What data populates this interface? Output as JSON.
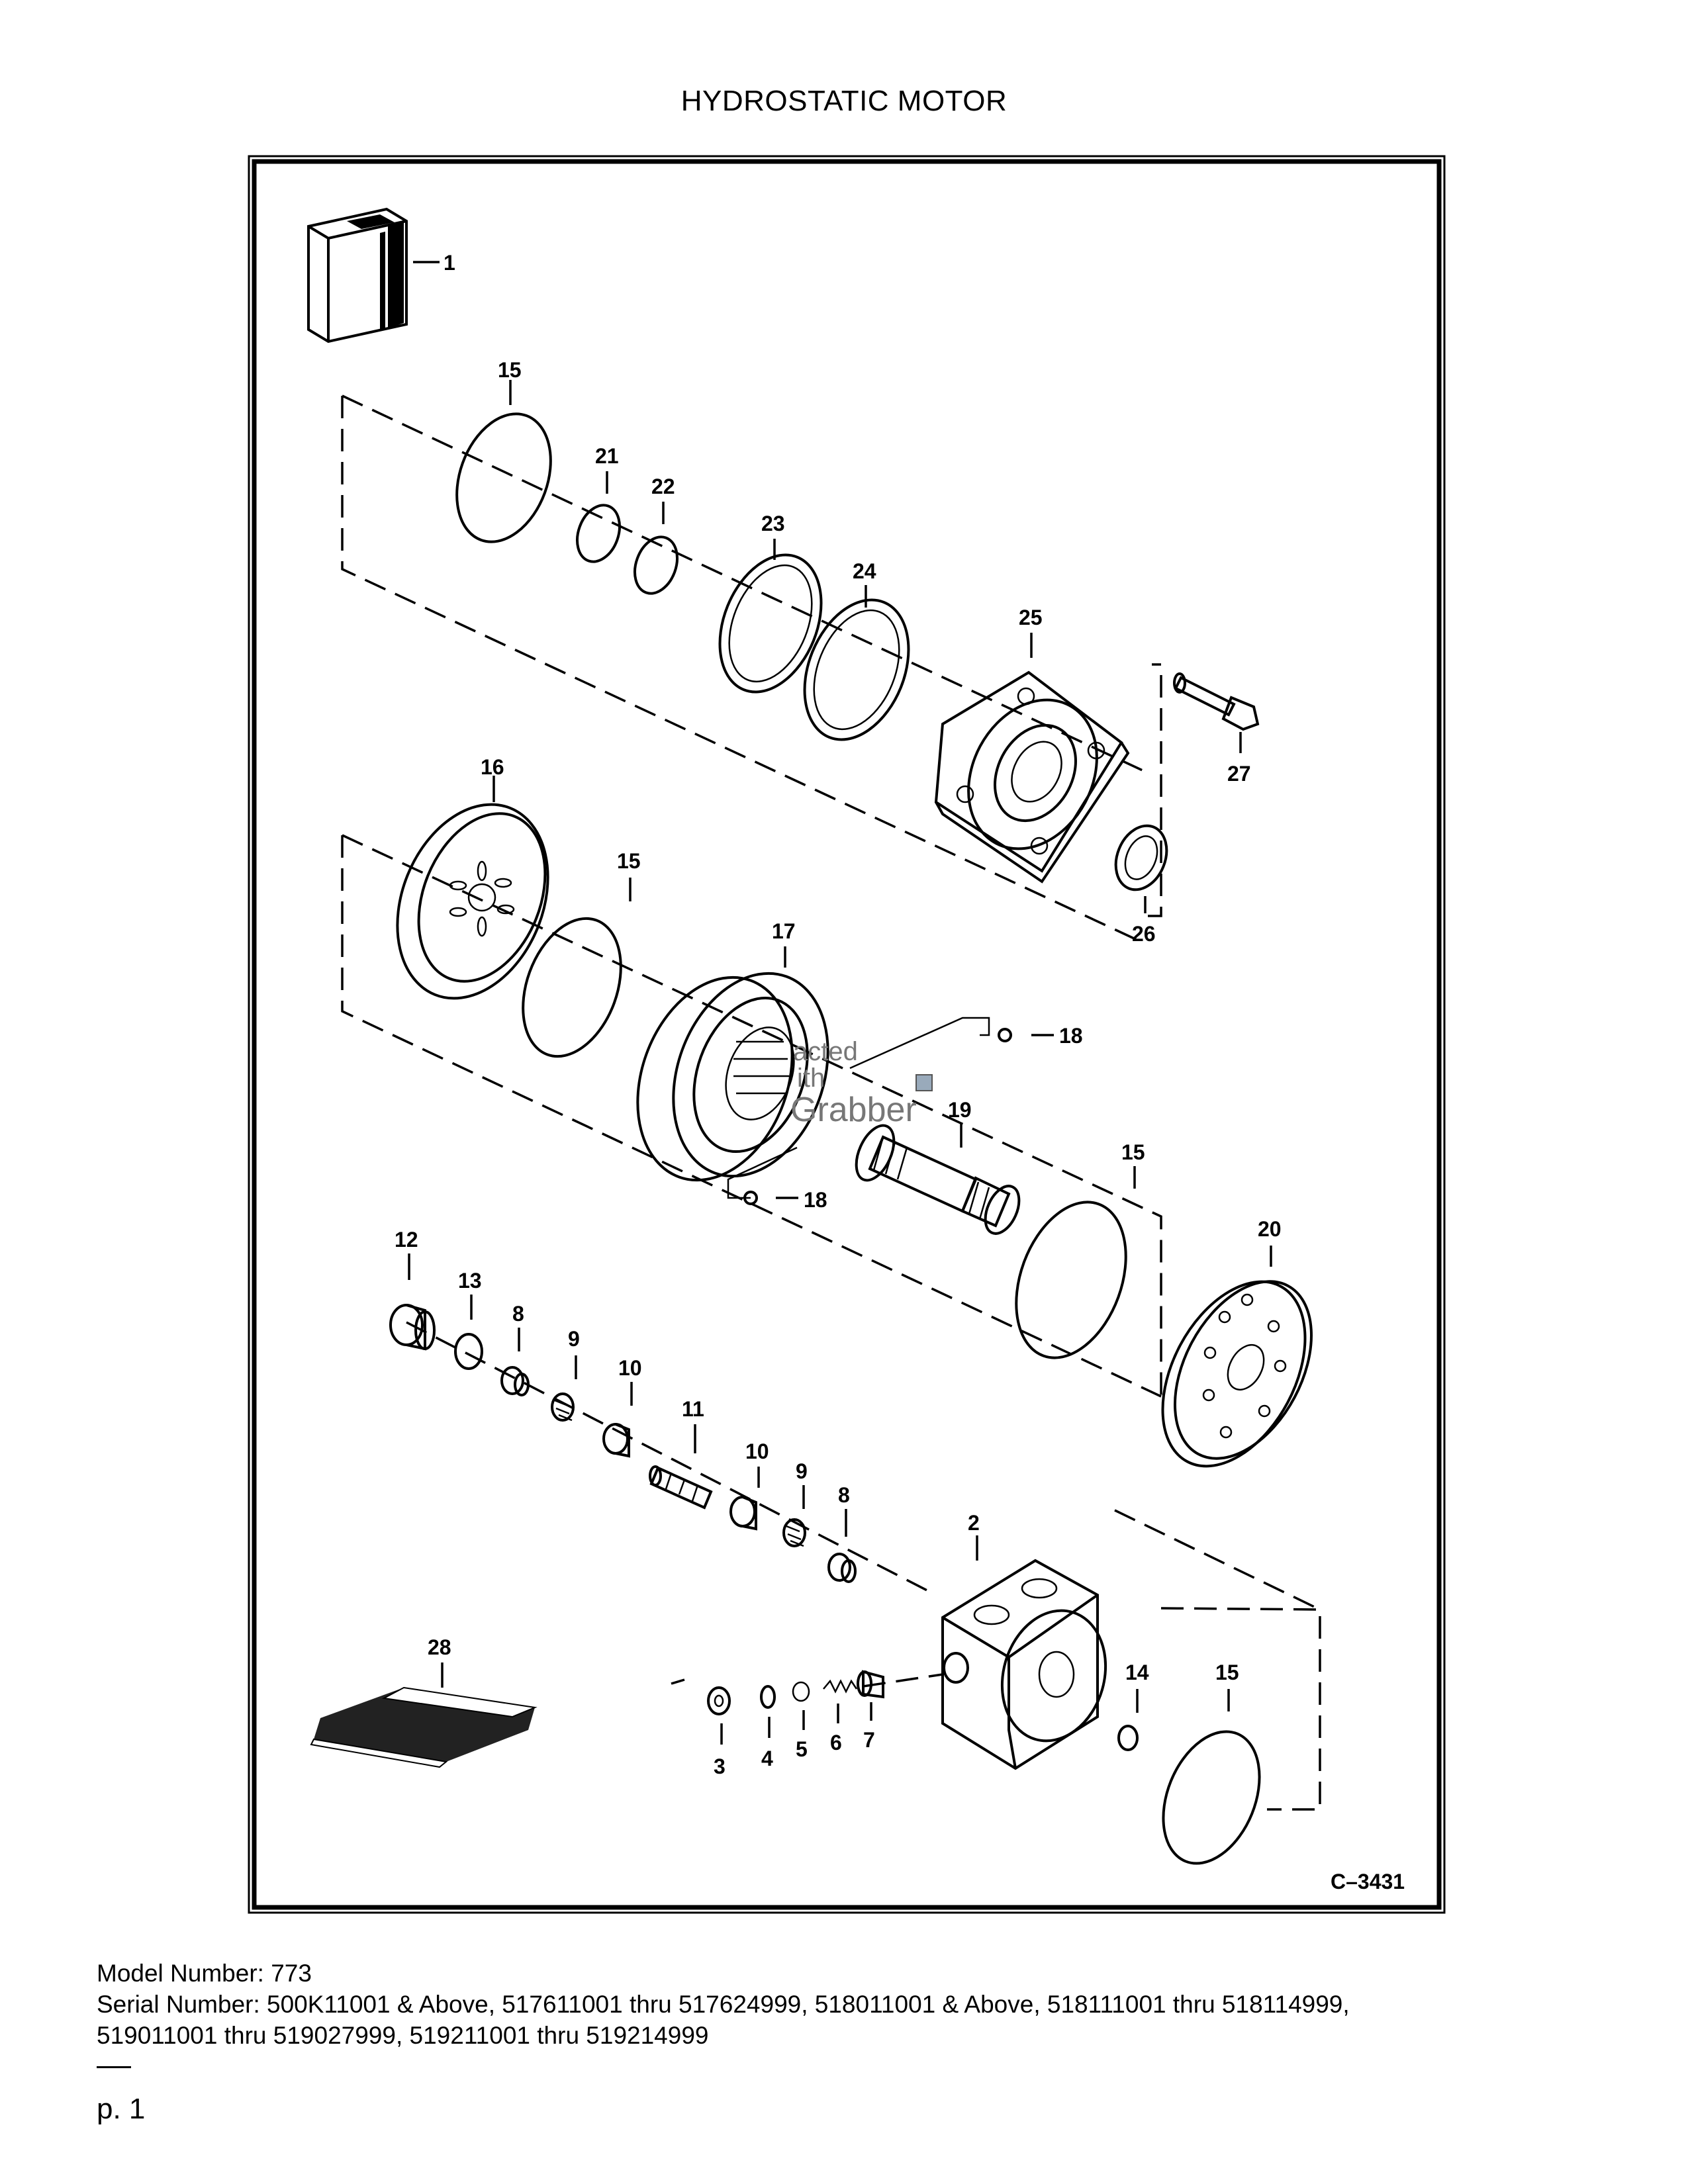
{
  "page": {
    "title": "HYDROSTATIC MOTOR",
    "page_label": "p. 1"
  },
  "diagram": {
    "code": "C–3431",
    "watermark": "acted\nith\nGrabber",
    "labels": {
      "p1": "1",
      "p2": "2",
      "p3": "3",
      "p4": "4",
      "p5": "5",
      "p6": "6",
      "p7": "7",
      "p8": "8",
      "p9": "9",
      "p10": "10",
      "p11": "11",
      "p12": "12",
      "p13": "13",
      "p14": "14",
      "p15": "15",
      "p16": "16",
      "p17": "17",
      "p18": "18",
      "p19": "19",
      "p20": "20",
      "p21": "21",
      "p22": "22",
      "p23": "23",
      "p24": "24",
      "p25": "25",
      "p26": "26",
      "p27": "27",
      "p28": "28"
    }
  },
  "footer": {
    "model_line": "Model Number: 773",
    "serial_line1": "Serial Number: 500K11001 & Above, 517611001 thru 517624999, 518011001 & Above, 518111001 thru 518114999,",
    "serial_line2": "519011001 thru 519027999, 519211001 thru 519214999"
  }
}
